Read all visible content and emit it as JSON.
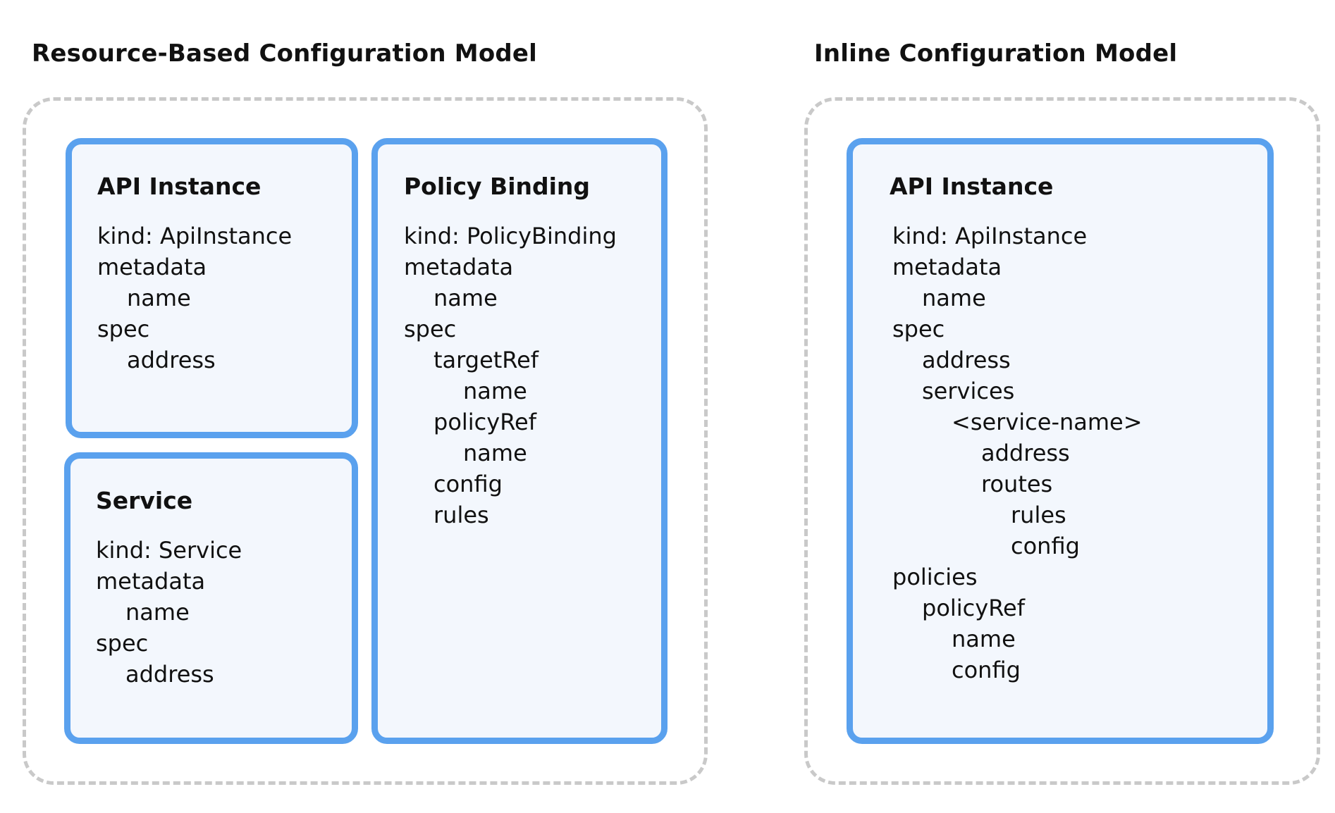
{
  "resource_model": {
    "title": "Resource-Based Configuration Model",
    "cards": {
      "api_instance": {
        "title": "API Instance",
        "lines": [
          {
            "text": "kind: ApiInstance",
            "level": 0
          },
          {
            "text": "metadata",
            "level": 0
          },
          {
            "text": "name",
            "level": 1
          },
          {
            "text": "spec",
            "level": 0
          },
          {
            "text": "address",
            "level": 1
          }
        ]
      },
      "service": {
        "title": "Service",
        "lines": [
          {
            "text": "kind: Service",
            "level": 0
          },
          {
            "text": "metadata",
            "level": 0
          },
          {
            "text": "name",
            "level": 1
          },
          {
            "text": "spec",
            "level": 0
          },
          {
            "text": "address",
            "level": 1
          }
        ]
      },
      "policy_binding": {
        "title": "Policy Binding",
        "lines": [
          {
            "text": "kind: PolicyBinding",
            "level": 0
          },
          {
            "text": "metadata",
            "level": 0
          },
          {
            "text": "name",
            "level": 1
          },
          {
            "text": "spec",
            "level": 0
          },
          {
            "text": "targetRef",
            "level": 1
          },
          {
            "text": "name",
            "level": 2
          },
          {
            "text": "policyRef",
            "level": 1
          },
          {
            "text": "name",
            "level": 2
          },
          {
            "text": "config",
            "level": 1
          },
          {
            "text": "rules",
            "level": 1
          }
        ]
      }
    }
  },
  "inline_model": {
    "title": "Inline Configuration Model",
    "cards": {
      "api_instance": {
        "title": "API Instance",
        "lines": [
          {
            "text": "kind: ApiInstance",
            "level": 0
          },
          {
            "text": "metadata",
            "level": 0
          },
          {
            "text": "name",
            "level": 1
          },
          {
            "text": "spec",
            "level": 0
          },
          {
            "text": "address",
            "level": 1
          },
          {
            "text": "services",
            "level": 1
          },
          {
            "text": "<service-name>",
            "level": 2
          },
          {
            "text": "address",
            "level": 3
          },
          {
            "text": "routes",
            "level": 3
          },
          {
            "text": "rules",
            "level": 4
          },
          {
            "text": "config",
            "level": 4
          },
          {
            "text": "policies",
            "level": 0
          },
          {
            "text": "policyRef",
            "level": 1
          },
          {
            "text": "name",
            "level": 2
          },
          {
            "text": "config",
            "level": 2
          }
        ]
      }
    }
  },
  "colors": {
    "card_border": "#5aa1ee",
    "card_fill": "#f3f7fd",
    "frame_dash": "#c9c9c9",
    "text": "#111111"
  }
}
